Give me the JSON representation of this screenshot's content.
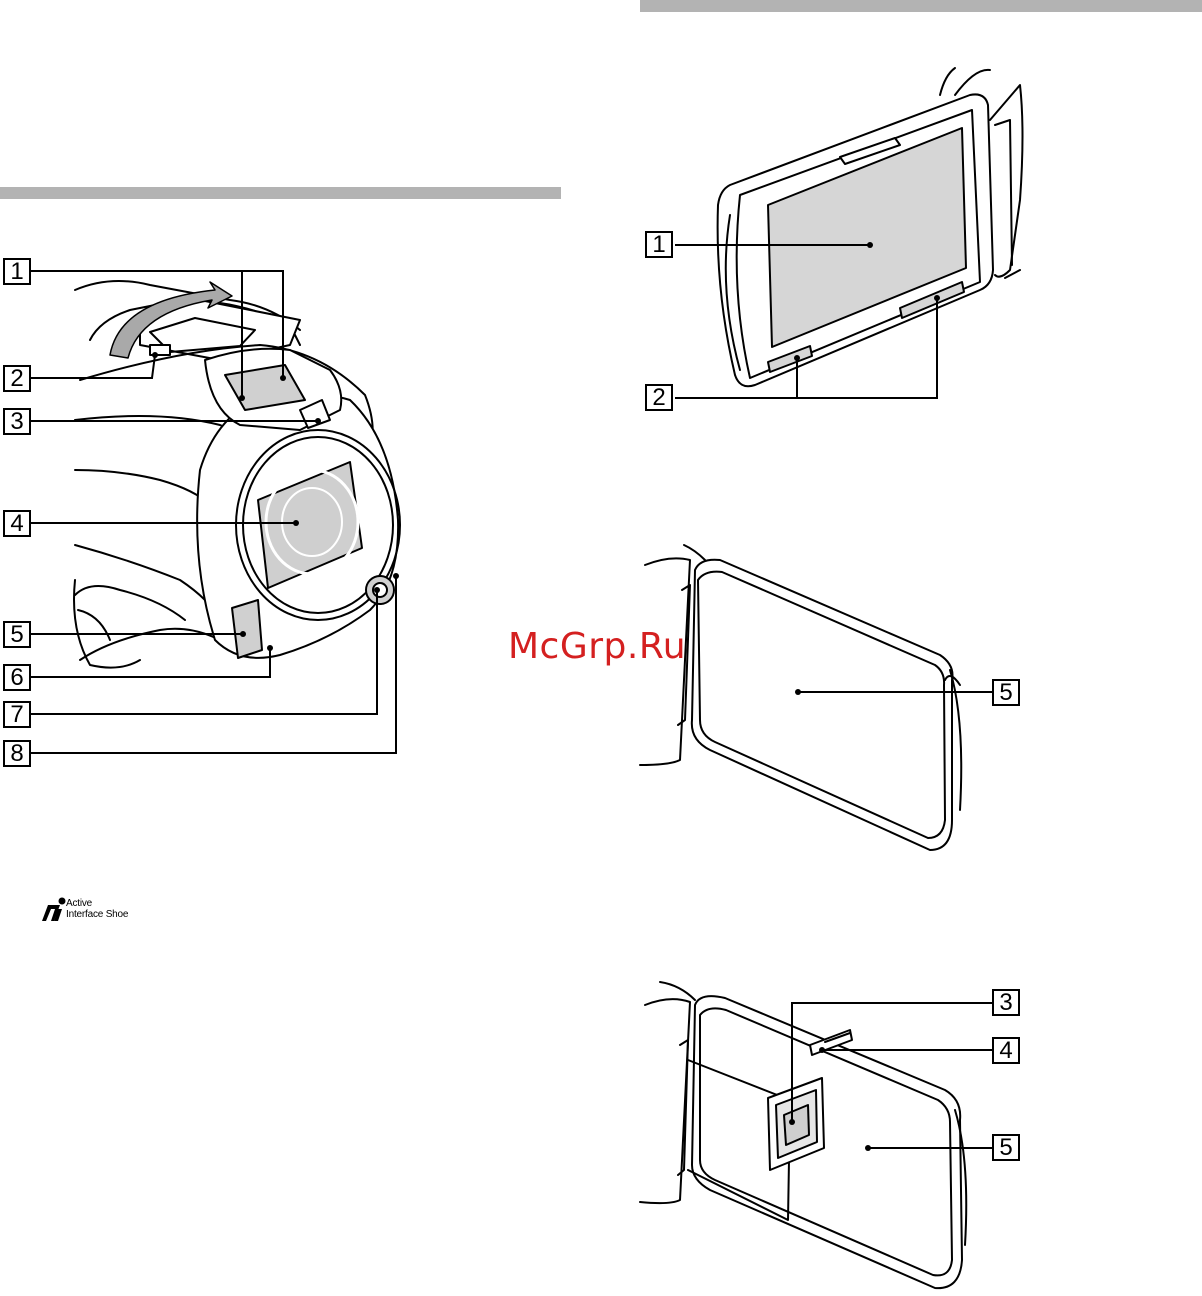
{
  "left_panel": {
    "callouts": [
      "1",
      "2",
      "3",
      "4",
      "5",
      "6",
      "7",
      "8"
    ]
  },
  "right_panel": {
    "lcd_open": {
      "callouts": [
        "1",
        "2"
      ]
    },
    "lcd_closed": {
      "callouts": [
        "5"
      ]
    },
    "lcd_projector": {
      "callouts": [
        "3",
        "4",
        "5"
      ]
    }
  },
  "watermark": "McGrp.Ru",
  "logo": {
    "line1": "Active",
    "line2": "Interface Shoe"
  },
  "colors": {
    "section_bar": "#b3b3b3",
    "watermark": "#d42020",
    "screen_fill": "#d6d6d6",
    "lens_fill": "#cfcfcf"
  }
}
